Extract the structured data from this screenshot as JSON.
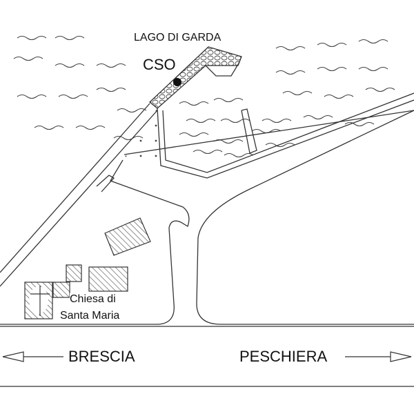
{
  "labels": {
    "lake": "LAGO DI GARDA",
    "cso": "CSO",
    "church_line1": "Chiesa di",
    "church_line2": "Santa Maria",
    "west_direction": "BRESCIA",
    "east_direction": "PESCHIERA"
  },
  "colors": {
    "line": "#333333",
    "marker": "#111111"
  }
}
